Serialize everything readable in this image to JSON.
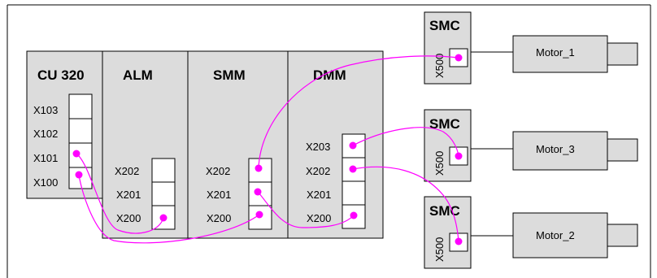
{
  "modules": {
    "cu320": {
      "title": "CU 320",
      "ports": [
        "X103",
        "X102",
        "X101",
        "X100"
      ]
    },
    "alm": {
      "title": "ALM",
      "ports": [
        "X202",
        "X201",
        "X200"
      ]
    },
    "smm": {
      "title": "SMM",
      "ports": [
        "X202",
        "X201",
        "X200"
      ]
    },
    "dmm": {
      "title": "DMM",
      "ports": [
        "X203",
        "X202",
        "X201",
        "X200"
      ]
    }
  },
  "smc_units": [
    {
      "title": "SMC",
      "port": "X500",
      "motor": "Motor_1"
    },
    {
      "title": "SMC",
      "port": "X500",
      "motor": "Motor_3"
    },
    {
      "title": "SMC",
      "port": "X500",
      "motor": "Motor_2"
    }
  ],
  "colors": {
    "cable": "#ff00ff",
    "module_fill": "#dcdcdc"
  }
}
